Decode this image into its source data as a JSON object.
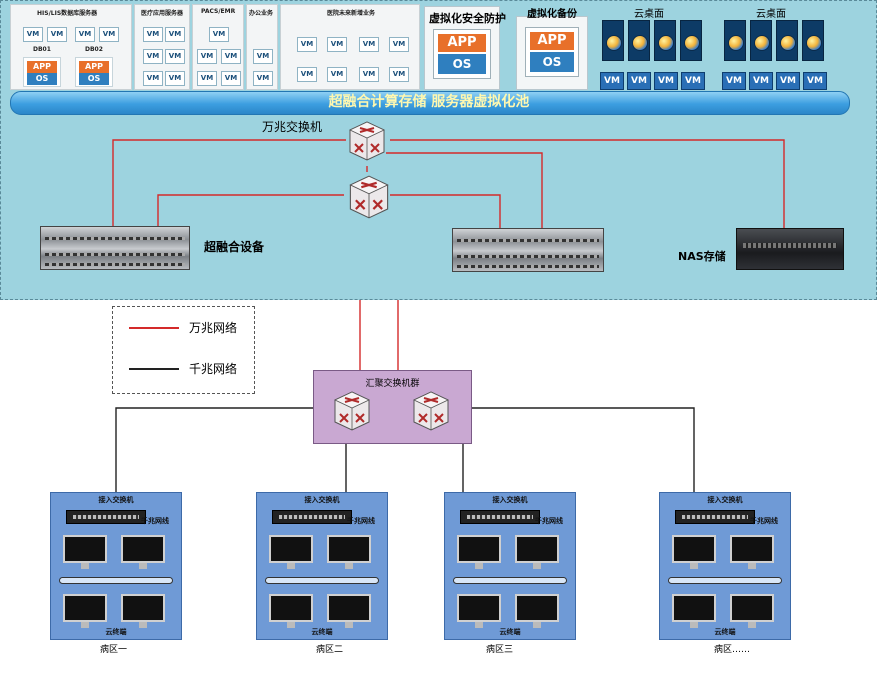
{
  "panels": {
    "his_db": "HIS/LIS数据库服务器",
    "db01": "DB01",
    "db02": "DB02",
    "medical_app": "医疗应用服务器",
    "pacs": "PACS/EMR",
    "office": "办公业务",
    "future": "医院未来新增业务",
    "vm": "VM",
    "app": "APP",
    "os": "OS"
  },
  "security": {
    "label": "虚拟化安全防护"
  },
  "backup": {
    "label": "虚拟化备份"
  },
  "cloud_desktop_1": {
    "label": "云桌面"
  },
  "cloud_desktop_2": {
    "label": "云桌面"
  },
  "pool": {
    "label": "超融合计算存储 服务器虚拟化池"
  },
  "core_switch": {
    "label": "万兆交换机"
  },
  "hci": {
    "label": "超融合设备"
  },
  "nas": {
    "label": "NAS存储"
  },
  "legend": {
    "ten_gig": "万兆网络",
    "gig": "千兆网络"
  },
  "aggregation": {
    "label": "汇聚交换机群"
  },
  "wards": [
    {
      "access": "接入交换机",
      "gig": "千兆网线",
      "terminal": "云终端",
      "name": "病区一"
    },
    {
      "access": "接入交换机",
      "gig": "千兆网线",
      "terminal": "云终端",
      "name": "病区二"
    },
    {
      "access": "接入交换机",
      "gig": "千兆网线",
      "terminal": "云终端",
      "name": "病区三"
    },
    {
      "access": "接入交换机",
      "gig": "千兆网线",
      "terminal": "云终端",
      "name": "病区……"
    }
  ],
  "colors": {
    "ten_gig_line": "#d42a2a",
    "gig_line": "#222222",
    "top_background": "#9dd3df",
    "aggregation_box": "#c9a8d2",
    "ward_box": "#6f9ad6"
  }
}
